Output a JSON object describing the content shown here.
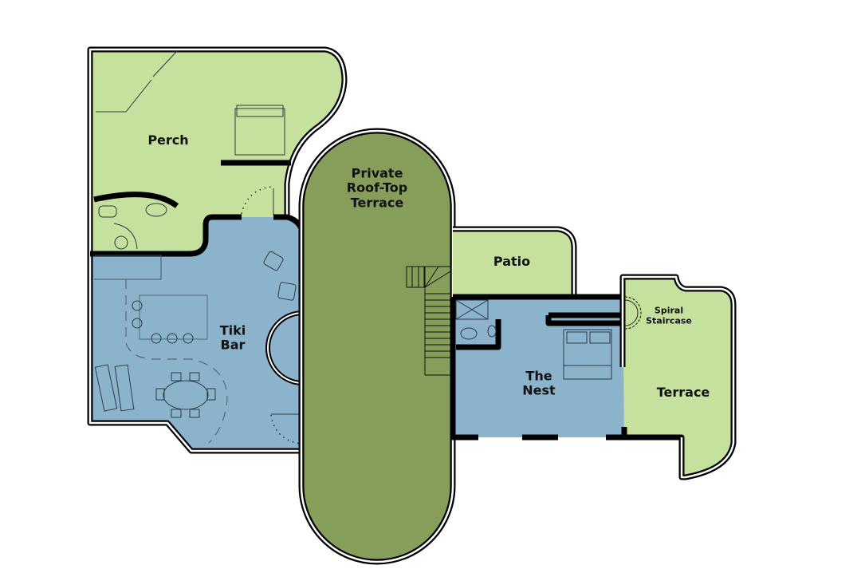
{
  "colors": {
    "outdoor_light_green": "#c5e19d",
    "indoor_blue": "#8cb3cc",
    "roof_terrace_green": "#879e5b",
    "wall": "#000000"
  },
  "rooms": {
    "perch": "Perch",
    "roof_terrace": [
      "Private",
      "Roof-Top",
      "Terrace"
    ],
    "tiki_bar": [
      "Tiki",
      "Bar"
    ],
    "patio": "Patio",
    "nest": [
      "The",
      "Nest"
    ],
    "terrace": "Terrace",
    "spiral_staircase": [
      "Spiral",
      "Staircase"
    ]
  }
}
